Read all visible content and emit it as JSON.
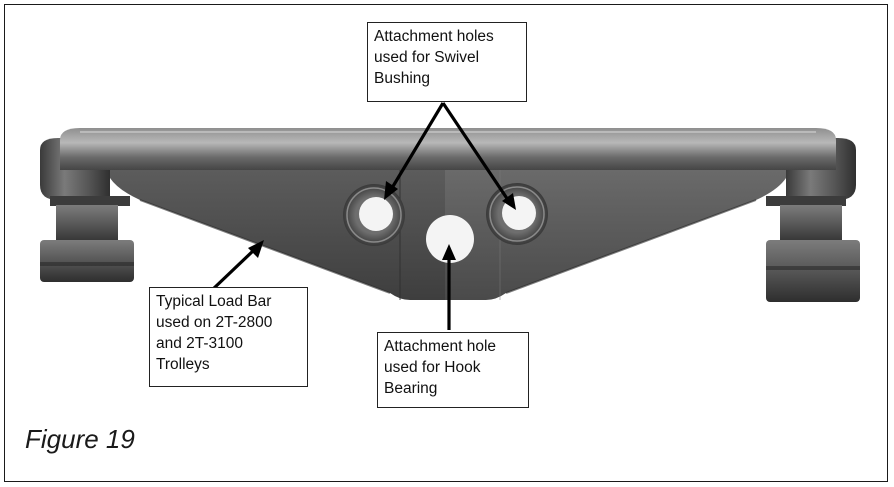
{
  "callouts": {
    "swivel_bushing": "Attachment holes\nused for Swivel\nBushing",
    "load_bar": "Typical Load Bar\nused on 2T-2800\nand 2T-3100\nTrolleys",
    "hook_bearing": "Attachment hole\nused for Hook\nBearing"
  },
  "caption": "Figure 19",
  "colors": {
    "part_dark": "#3a3a3a",
    "part_mid": "#5a5a5a",
    "part_light": "#8a8a8a",
    "highlight": "#b5b5b5",
    "hole_interior": "#f4f4f4",
    "arrow": "#000000",
    "border": "#1a1a1a"
  }
}
